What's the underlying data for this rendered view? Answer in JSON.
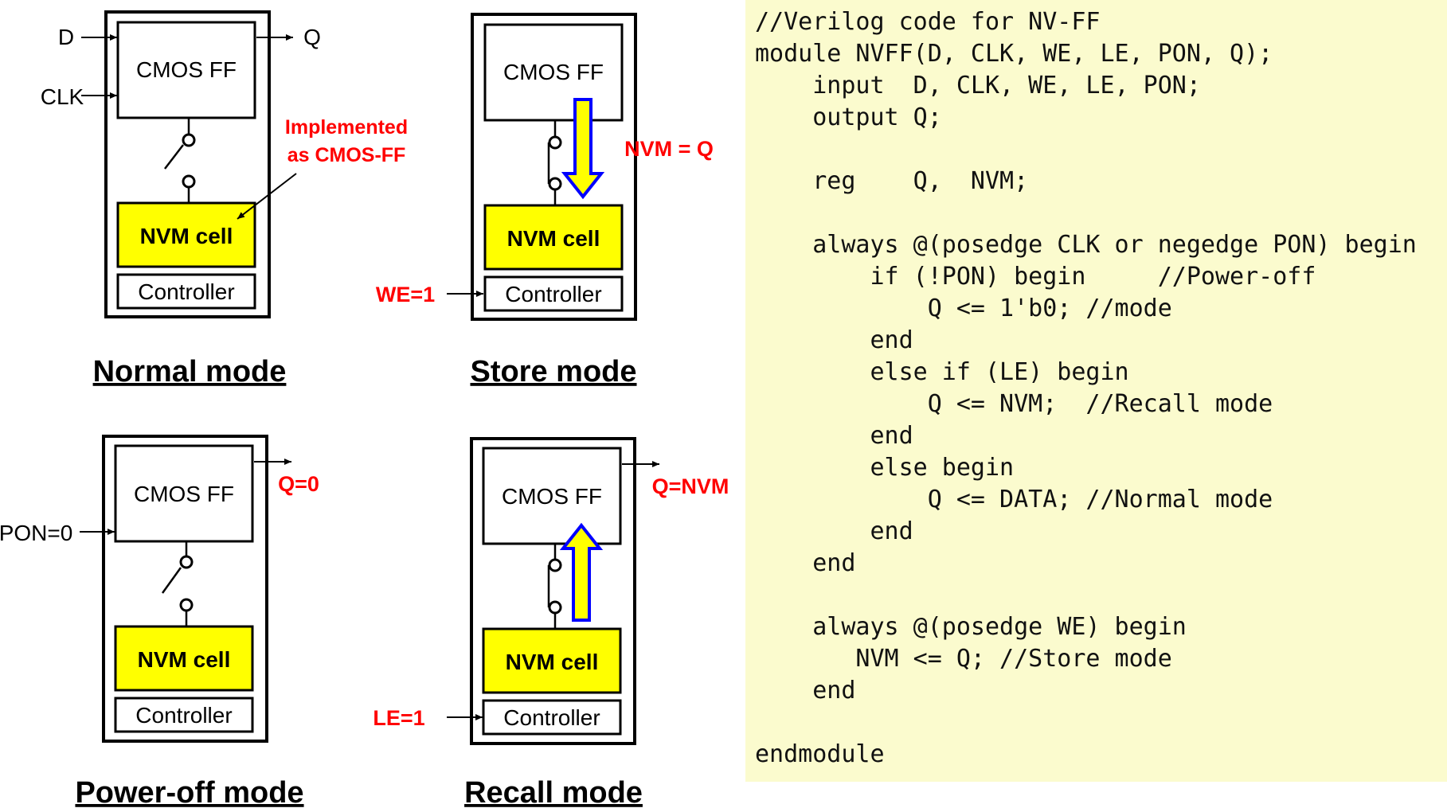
{
  "modes": {
    "normal": {
      "title": "Normal mode",
      "ff_label": "CMOS FF",
      "nvm_label": "NVM cell",
      "controller_label": "Controller",
      "input_d": "D",
      "input_clk": "CLK",
      "output_q": "Q",
      "annotation": [
        "Implemented",
        "as CMOS-FF"
      ]
    },
    "store": {
      "title": "Store mode",
      "ff_label": "CMOS FF",
      "nvm_label": "NVM cell",
      "controller_label": "Controller",
      "signal": "WE=1",
      "transfer": "NVM = Q"
    },
    "poweroff": {
      "title": "Power-off mode",
      "ff_label": "CMOS FF",
      "nvm_label": "NVM cell",
      "controller_label": "Controller",
      "signal": "PON=0",
      "output": "Q=0"
    },
    "recall": {
      "title": "Recall mode",
      "ff_label": "CMOS FF",
      "nvm_label": "NVM cell",
      "controller_label": "Controller",
      "signal": "LE=1",
      "output": "Q=NVM"
    }
  },
  "code": {
    "lines": [
      "//Verilog code for NV-FF",
      "module NVFF(D, CLK, WE, LE, PON, Q);",
      "    input  D, CLK, WE, LE, PON;",
      "    output Q;",
      "",
      "    reg    Q,  NVM;",
      "",
      "    always @(posedge CLK or negedge PON) begin",
      "        if (!PON) begin     //Power-off",
      "            Q <= 1'b0; //mode",
      "        end",
      "        else if (LE) begin",
      "            Q <= NVM;  //Recall mode",
      "        end",
      "        else begin",
      "            Q <= DATA; //Normal mode",
      "        end",
      "    end",
      "",
      "    always @(posedge WE) begin",
      "       NVM <= Q; //Store mode",
      "    end",
      "",
      "endmodule"
    ]
  },
  "colors": {
    "nvm_fill": "#ffff00",
    "signal_red": "#ff0000",
    "arrow_outline": "#0000ff",
    "code_bg": "#fbfbce"
  }
}
